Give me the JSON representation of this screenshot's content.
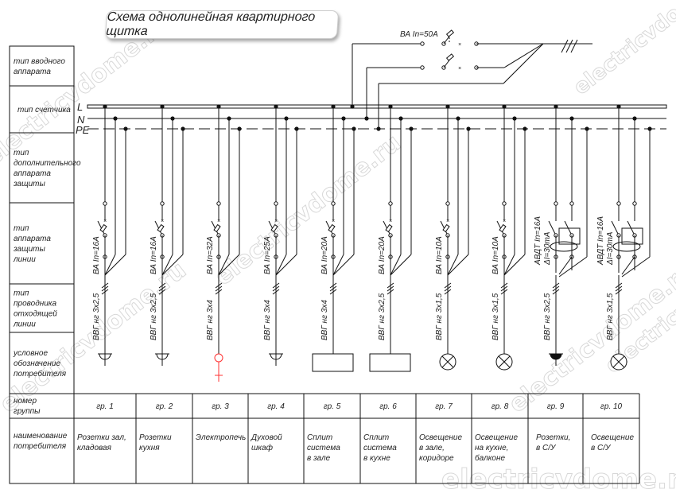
{
  "title": "Схема однолинейная квартирного щитка",
  "watermark": "electricvdome.ru",
  "colors": {
    "line": "#111111",
    "heater": "#ff3333",
    "watermark": "#d8d8d8"
  },
  "bus_labels": {
    "L": "L",
    "N": "N",
    "PE": "PE"
  },
  "input_breaker": "ВА In=50А",
  "row_labels": [
    [
      "тип вводного",
      "аппарата"
    ],
    [
      "тип счетчика"
    ],
    [
      "тип",
      "дополнительного",
      "аппарата",
      "защиты"
    ],
    [
      "тип",
      "аппарата",
      "защиты",
      "линии"
    ],
    [
      "тип",
      "проводника",
      "отходящей",
      "линии"
    ],
    [
      "условное",
      "обозначение",
      "потребителя"
    ],
    [
      "номер",
      "группы"
    ],
    [
      "наименование",
      "потребителя"
    ]
  ],
  "groups": [
    {
      "num": "гр. 1",
      "breaker": [
        "ВА In=16А"
      ],
      "cable": "ВВГ нг 3х2,5",
      "symbol": "socket",
      "consumer": [
        "Розетки зал,",
        "кладовая"
      ]
    },
    {
      "num": "гр. 2",
      "breaker": [
        "ВА In=16А"
      ],
      "cable": "ВВГ нг 3х2,5",
      "symbol": "socket",
      "consumer": [
        "Розетки",
        "кухня"
      ]
    },
    {
      "num": "гр. 3",
      "breaker": [
        "ВА In=32А"
      ],
      "cable": "ВВГ нг 3х4",
      "symbol": "heater",
      "consumer": [
        "Электропечь"
      ]
    },
    {
      "num": "гр. 4",
      "breaker": [
        "ВА In=25А"
      ],
      "cable": "ВВГ нг 3х4",
      "symbol": "socket",
      "consumer": [
        "Духовой",
        "шкаф"
      ]
    },
    {
      "num": "гр. 5",
      "breaker": [
        "ВА In=20А"
      ],
      "cable": "ВВГ нг 3х4",
      "symbol": "box",
      "consumer": [
        "Сплит",
        "система",
        "в зале"
      ]
    },
    {
      "num": "гр. 6",
      "breaker": [
        "ВА In=20А"
      ],
      "cable": "ВВГ нг 3х2,5",
      "symbol": "box",
      "consumer": [
        "Сплит",
        "система",
        "в кухне"
      ]
    },
    {
      "num": "гр. 7",
      "breaker": [
        "ВА In=10А"
      ],
      "cable": "ВВГ нг 3х1,5",
      "symbol": "lamp",
      "consumer": [
        "Освещение",
        "в зале,",
        "коридоре"
      ]
    },
    {
      "num": "гр. 8",
      "breaker": [
        "ВА In=10А"
      ],
      "cable": "ВВГ нг 3х1,5",
      "symbol": "lamp",
      "consumer": [
        "Освещение",
        "на кухне,",
        "балконе"
      ]
    },
    {
      "num": "гр. 9",
      "breaker": [
        "АВДТ In=16А",
        "ΔI=30mA"
      ],
      "cable": "ВВГ нг 3х2,5",
      "symbol": "socket-filled",
      "consumer": [
        "Розетки,",
        "в С/У"
      ],
      "rcd": true
    },
    {
      "num": "гр. 10",
      "breaker": [
        "АВДТ In=16А",
        "ΔI=30mA"
      ],
      "cable": "ВВГ нг 3х1,5",
      "symbol": "lamp",
      "consumer": [
        "Освещение",
        "в С/У"
      ],
      "rcd": true
    }
  ]
}
